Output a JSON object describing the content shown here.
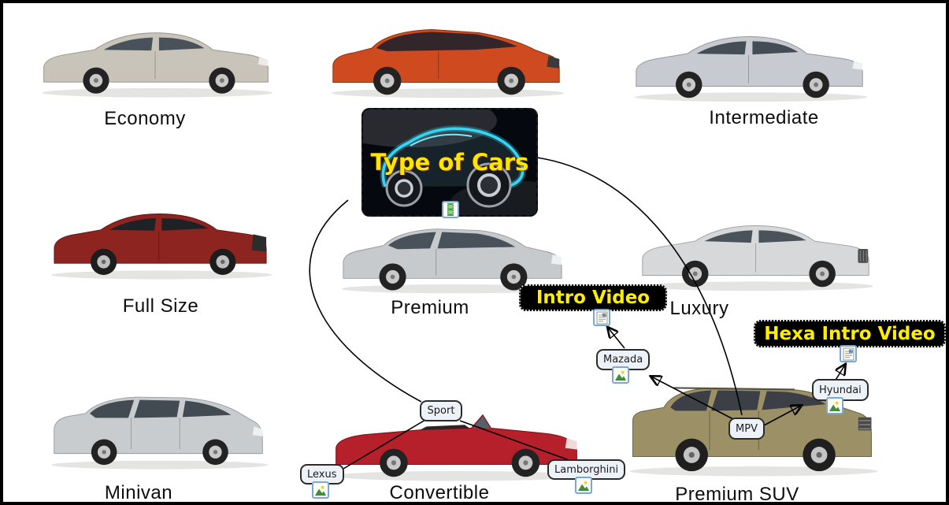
{
  "root_topic": {
    "label": "Type of Cars",
    "attachment_icon": "film-clip-icon",
    "image": "futuristic concept car with cyan neon outline"
  },
  "category_labels": {
    "economy": "Economy",
    "intermediate": "Intermediate",
    "full_size": "Full Size",
    "premium": "Premium",
    "luxury": "Luxury",
    "minivan": "Minivan",
    "convertible": "Convertible",
    "premium_suv": "Premium SUV"
  },
  "images": {
    "economy": "silver compact sedan photo",
    "hatchback": "orange hatchback photo (unlabeled)",
    "intermediate": "silver mid-size sedan photo",
    "full_size": "dark red full-size sedan photo",
    "premium": "silver premium crossover photo",
    "luxury": "silver luxury sedan photo",
    "minivan": "silver minivan photo",
    "convertible": "red convertible photo",
    "premium_suv": "gold premium SUV photo"
  },
  "callouts": {
    "intro_video": {
      "label": "Intro Video",
      "attachment_icon": "notes-image-icon"
    },
    "hexa_intro_video": {
      "label": "Hexa Intro Video",
      "attachment_icon": "notes-image-icon"
    }
  },
  "nodes": {
    "sport": {
      "label": "Sport"
    },
    "lexus": {
      "label": "Lexus",
      "attachment_icon": "picture-icon"
    },
    "lamborghini": {
      "label": "Lamborghini",
      "attachment_icon": "picture-icon"
    },
    "mazada": {
      "label": "Mazada",
      "attachment_icon": "picture-icon"
    },
    "mpv": {
      "label": "MPV"
    },
    "hyundai": {
      "label": "Hyundai",
      "attachment_icon": "picture-icon"
    }
  },
  "colors": {
    "canvas_background": "#ffffff",
    "canvas_border": "#000000",
    "callout_background": "#000000",
    "callout_text": "#ffee00",
    "root_text": "#ffe600",
    "node_background": "#edf2f8",
    "node_border": "#2b2b2b",
    "connector": "#000000",
    "icon_border": "#7aa7d6"
  }
}
